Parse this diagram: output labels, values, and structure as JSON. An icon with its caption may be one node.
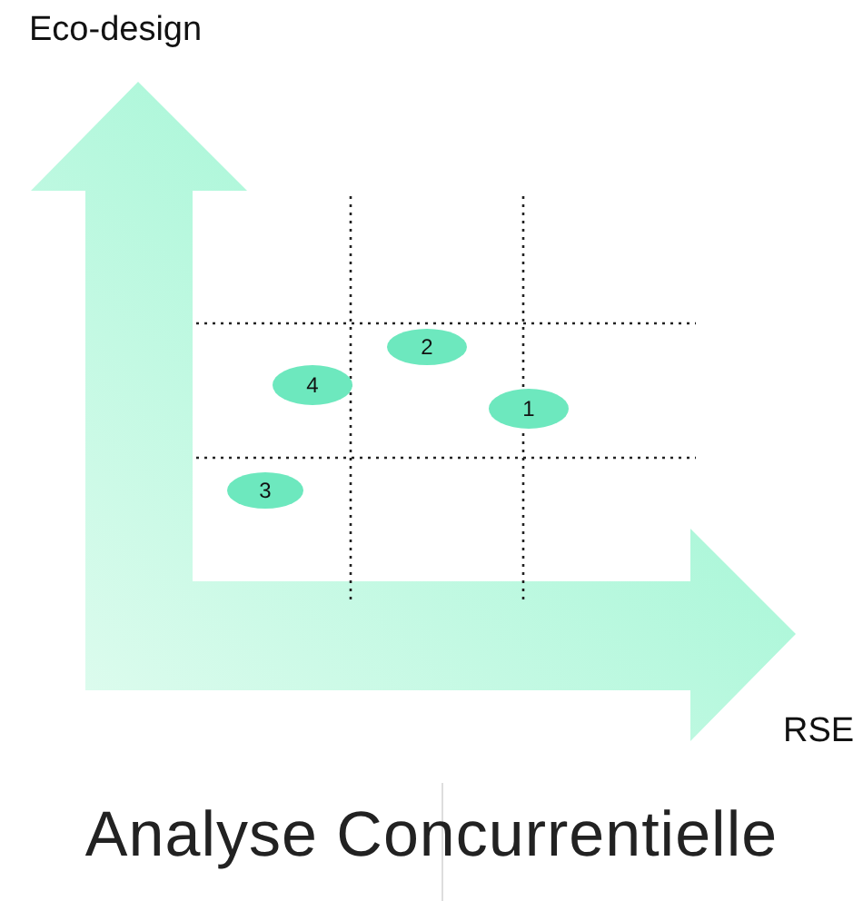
{
  "diagram": {
    "caption": "Analyse Concurrentielle",
    "nodes": [
      {
        "text": [
          "2"
        ]
      },
      {
        "text": [
          "4"
        ]
      },
      {
        "text": [
          "1"
        ]
      },
      {
        "text": [
          "3"
        ]
      }
    ],
    "labels": [
      "Eco-design",
      "RSE"
    ]
  }
}
